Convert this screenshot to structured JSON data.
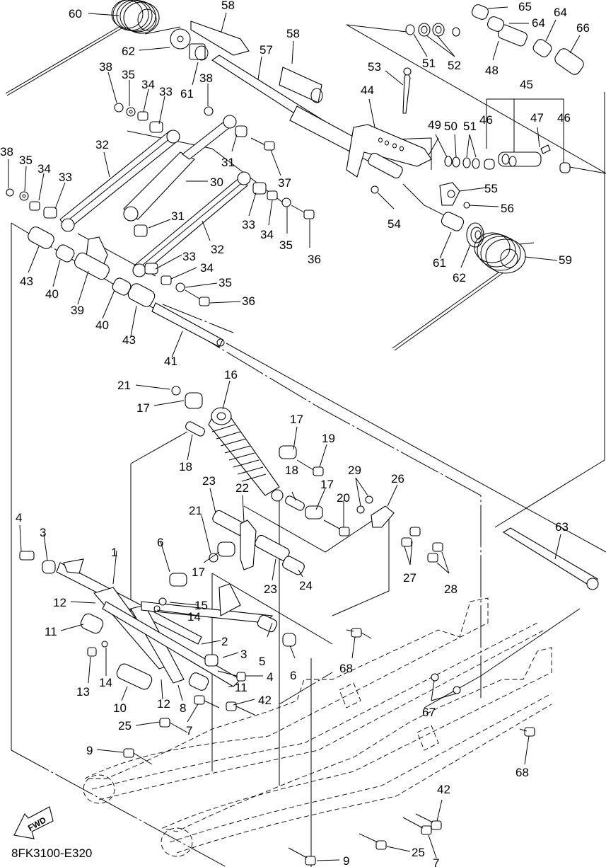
{
  "diagram": {
    "title": "Rear suspension exploded parts diagram",
    "drawing_code": "8FK3100-E320",
    "fwd_label": "FWD",
    "fwd_icon": "forward-arrow-icon",
    "callouts": [
      {
        "n": "60",
        "part": "torsion-spring-left"
      },
      {
        "n": "58",
        "part": "bracket-cap-a"
      },
      {
        "n": "58",
        "part": "bracket-cap-b"
      },
      {
        "n": "62",
        "part": "washer-top-left"
      },
      {
        "n": "57",
        "part": "shaft-upper"
      },
      {
        "n": "61",
        "part": "bushing-top-left"
      },
      {
        "n": "38",
        "part": "nut-a"
      },
      {
        "n": "35",
        "part": "washer-a"
      },
      {
        "n": "34",
        "part": "collar-a"
      },
      {
        "n": "33",
        "part": "bushing-a"
      },
      {
        "n": "38",
        "part": "nut-b"
      },
      {
        "n": "32",
        "part": "link-rod-upper"
      },
      {
        "n": "30",
        "part": "shock-absorber-front"
      },
      {
        "n": "31",
        "part": "collar-b"
      },
      {
        "n": "37",
        "part": "bolt-b"
      },
      {
        "n": "38",
        "part": "nut-c"
      },
      {
        "n": "35",
        "part": "washer-c"
      },
      {
        "n": "34",
        "part": "collar-c"
      },
      {
        "n": "33",
        "part": "bushing-c"
      },
      {
        "n": "33",
        "part": "bushing-d"
      },
      {
        "n": "34",
        "part": "collar-d"
      },
      {
        "n": "35",
        "part": "washer-d"
      },
      {
        "n": "36",
        "part": "bolt-d"
      },
      {
        "n": "31",
        "part": "collar-e"
      },
      {
        "n": "32",
        "part": "link-rod-lower"
      },
      {
        "n": "43",
        "part": "collar-f"
      },
      {
        "n": "40",
        "part": "bushing-f"
      },
      {
        "n": "39",
        "part": "bracket-f"
      },
      {
        "n": "40",
        "part": "bushing-g"
      },
      {
        "n": "33",
        "part": "bushing-h"
      },
      {
        "n": "34",
        "part": "collar-h"
      },
      {
        "n": "35",
        "part": "washer-h"
      },
      {
        "n": "36",
        "part": "bolt-h"
      },
      {
        "n": "43",
        "part": "collar-g"
      },
      {
        "n": "41",
        "part": "shaft-41"
      },
      {
        "n": "65",
        "part": "bushing-65"
      },
      {
        "n": "64",
        "part": "bushing-64a"
      },
      {
        "n": "64",
        "part": "bushing-64b"
      },
      {
        "n": "66",
        "part": "collar-66"
      },
      {
        "n": "51",
        "part": "washer-51a"
      },
      {
        "n": "52",
        "part": "nut-52"
      },
      {
        "n": "48",
        "part": "shaft-48"
      },
      {
        "n": "53",
        "part": "bolt-53"
      },
      {
        "n": "44",
        "part": "arm-bracket-44"
      },
      {
        "n": "45",
        "part": "adjuster-assy-45"
      },
      {
        "n": "49",
        "part": "washer-49"
      },
      {
        "n": "50",
        "part": "washer-50"
      },
      {
        "n": "51",
        "part": "washer-51b"
      },
      {
        "n": "46",
        "part": "bushing-46a"
      },
      {
        "n": "47",
        "part": "grease-nipple-47"
      },
      {
        "n": "46",
        "part": "bushing-46b"
      },
      {
        "n": "55",
        "part": "stopper-55"
      },
      {
        "n": "56",
        "part": "clip-56"
      },
      {
        "n": "54",
        "part": "nut-54"
      },
      {
        "n": "61",
        "part": "bushing-right"
      },
      {
        "n": "62",
        "part": "washer-right"
      },
      {
        "n": "59",
        "part": "torsion-spring-right"
      },
      {
        "n": "16",
        "part": "rear-shock-absorber"
      },
      {
        "n": "21",
        "part": "nut-21a"
      },
      {
        "n": "17",
        "part": "bushing-17a"
      },
      {
        "n": "18",
        "part": "collar-18a"
      },
      {
        "n": "17",
        "part": "bushing-17b"
      },
      {
        "n": "19",
        "part": "bolt-19"
      },
      {
        "n": "18",
        "part": "collar-18b"
      },
      {
        "n": "17",
        "part": "bushing-17c"
      },
      {
        "n": "20",
        "part": "bolt-20"
      },
      {
        "n": "29",
        "part": "nut-29"
      },
      {
        "n": "26",
        "part": "link-plate-26"
      },
      {
        "n": "23",
        "part": "collar-23a"
      },
      {
        "n": "22",
        "part": "bracket-22"
      },
      {
        "n": "21",
        "part": "nut-21b"
      },
      {
        "n": "17",
        "part": "bushing-17d"
      },
      {
        "n": "23",
        "part": "collar-23b"
      },
      {
        "n": "24",
        "part": "bushing-24"
      },
      {
        "n": "27",
        "part": "collar-27"
      },
      {
        "n": "28",
        "part": "bolt-28"
      },
      {
        "n": "63",
        "part": "shaft-63"
      },
      {
        "n": "4",
        "part": "bolt-4a"
      },
      {
        "n": "3",
        "part": "bushing-3a"
      },
      {
        "n": "1",
        "part": "front-arm-1"
      },
      {
        "n": "6",
        "part": "bushing-6a"
      },
      {
        "n": "12",
        "part": "bracket-12a"
      },
      {
        "n": "15",
        "part": "nut-15"
      },
      {
        "n": "14",
        "part": "washer-14a"
      },
      {
        "n": "11",
        "part": "collar-11a"
      },
      {
        "n": "2",
        "part": "shaft-2"
      },
      {
        "n": "3",
        "part": "bushing-3b"
      },
      {
        "n": "4",
        "part": "bolt-4b"
      },
      {
        "n": "5",
        "part": "shaft-5"
      },
      {
        "n": "6",
        "part": "bushing-6b"
      },
      {
        "n": "13",
        "part": "bolt-13"
      },
      {
        "n": "14",
        "part": "washer-14b"
      },
      {
        "n": "10",
        "part": "collar-10"
      },
      {
        "n": "12",
        "part": "bracket-12b"
      },
      {
        "n": "8",
        "part": "shaft-8"
      },
      {
        "n": "11",
        "part": "collar-11b"
      },
      {
        "n": "42",
        "part": "bolt-42a"
      },
      {
        "n": "7",
        "part": "bolt-7a"
      },
      {
        "n": "25",
        "part": "bolt-25a"
      },
      {
        "n": "9",
        "part": "bolt-9a"
      },
      {
        "n": "68",
        "part": "bolt-68a"
      },
      {
        "n": "67",
        "part": "washer-67"
      },
      {
        "n": "68",
        "part": "bolt-68b"
      },
      {
        "n": "42",
        "part": "bolt-42b"
      },
      {
        "n": "7",
        "part": "bolt-7b"
      },
      {
        "n": "25",
        "part": "bolt-25b"
      },
      {
        "n": "9",
        "part": "bolt-9b"
      }
    ]
  }
}
